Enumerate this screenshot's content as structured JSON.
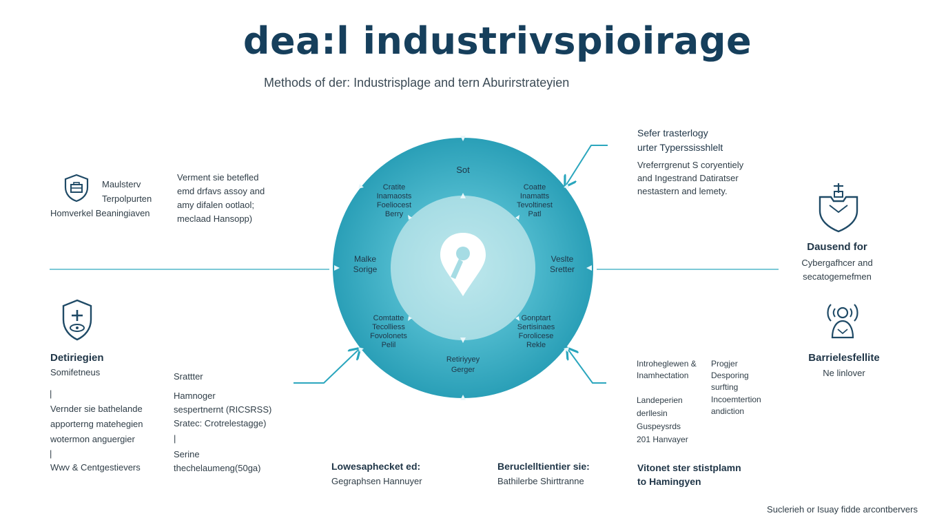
{
  "header": {
    "title": "dea:l industrivspioirage",
    "subtitle": "Methods of der: Industrisplage and tern Aburirstrateyien"
  },
  "ring": {
    "top": "Sot",
    "top_left": [
      "Cratite",
      "Inamaosts",
      "Foeliocest",
      "Berry"
    ],
    "top_right": [
      "Coatte",
      "Inamatts",
      "Tevoltinest",
      "Patl"
    ],
    "left": [
      "Malke",
      "Sorige"
    ],
    "right": [
      "Veslte",
      "Sretter"
    ],
    "bottom_left": [
      "Comtatte",
      "Tecolliess",
      "Fovolonets",
      "Pelil"
    ],
    "bottom_right": [
      "Gonptart",
      "Sertisinaes",
      "Forolicese",
      "Rekle"
    ],
    "bottom": [
      "Retiriyyey",
      "Gerger"
    ]
  },
  "left_top": {
    "lines": [
      "Maulsterv",
      "Terpolpurten",
      "Homverkel Beaningiaven"
    ],
    "desc": [
      "Verment sie betefled",
      "emd drfavs assoy and",
      "amy difalen ootlaol;",
      "meclaad Hansopp)"
    ]
  },
  "left_bottom": {
    "heading": "Detiriegien",
    "sub": "Somifetneus",
    "bar1": "|",
    "lines": [
      "Vernder sie bathelande",
      "apporterng matehegien",
      "wotermon anguergier"
    ],
    "bar2": "|",
    "footer": "Wwv & Centgestievers"
  },
  "mid_left": {
    "head": "Srattter",
    "lines": [
      "Hamnoger",
      "sespertnernt (RICSRSS)",
      "Sratec: Crotrelestagge)"
    ],
    "bar": "|",
    "lines2": [
      "Serine",
      "thechelaumeng(50ga)"
    ]
  },
  "bottom_center_left": {
    "heading": "Lowesaphecket ed:",
    "sub": "Gegraphsen Hannuyer"
  },
  "bottom_center_right": {
    "heading": "Beruclelltientier sie:",
    "sub": "Bathilerbe Shirttranne"
  },
  "right_top": {
    "heading": [
      "Sefer trasterlogy",
      "urter Typerssisshlelt"
    ],
    "desc": [
      "Vreferrgrenut S coryentiely",
      "and Ingestrand Datiratser",
      "nestastern and lemety."
    ]
  },
  "right_bottom": {
    "col1": [
      "Introheglewen &",
      "Inamhectation"
    ],
    "col1b": [
      "Landeperien",
      "derllesin",
      "Guspeysrds",
      "201 Hanvayer"
    ],
    "col2": [
      "Progjer",
      "Desporing",
      "surfting"
    ],
    "col2b": [
      "Incoemtertion",
      "andiction"
    ]
  },
  "bottom_right_text": {
    "heading": "Vitonet ster stistplamn",
    "sub": "to Hamingyen"
  },
  "far_right_top": {
    "heading": "Dausend for",
    "lines": [
      "Cybergafhcer and",
      "secatogemefmen"
    ]
  },
  "far_right_bottom": {
    "heading": "Barrielesfellite",
    "sub": "Ne linlover"
  },
  "footer": "Suclerieh or Isuay fidde arcontbervers",
  "colors": {
    "ring_outer": "#2aa6bd",
    "ring_inner": "#a8dfe6",
    "accent": "#2aa6bd",
    "title": "#163f5c",
    "icon": "#1f4a66"
  }
}
